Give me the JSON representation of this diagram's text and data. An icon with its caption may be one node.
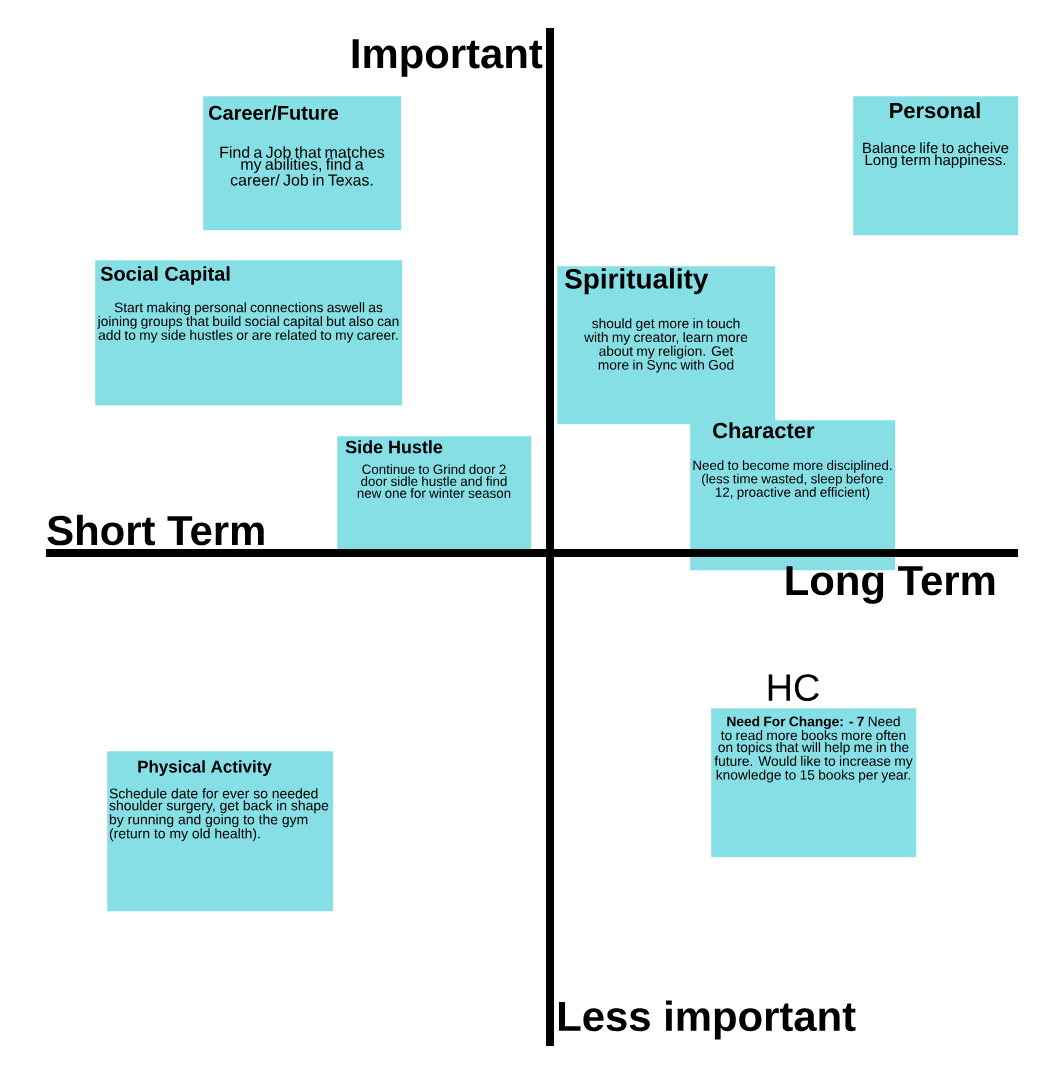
{
  "diagram": {
    "nodes": [
      {
        "text": [
          "Career/Future",
          "Find a Job that matches my abilities, find a career/ Job in Texas."
        ]
      },
      {
        "text": [
          "Personal",
          "Balance life to acheive Long term happiness."
        ]
      },
      {
        "text": [
          "Social Capital",
          "Start making personal connections aswell as joining groups that build social capital but also can add to my side hustles or are related to my career."
        ]
      },
      {
        "text": [
          "Spirituality",
          "should get more in touch with my creator, learn more about my religion. Get more in Sync with God"
        ]
      },
      {
        "text": [
          "Side Hustle",
          "Continue to Grind door 2 door sidle hustle and find new one for winter season"
        ]
      },
      {
        "text": [
          "Character",
          "Need to become more disciplined. (less time wasted, sleep before 12, proactive and efficient)"
        ]
      },
      {
        "text": [
          "Physical Activity",
          "Schedule date for ever so needed shoulder surgery, get back in shape by running and going to the gym (return to my old health)."
        ]
      },
      {
        "text": [
          "HC",
          "**Need For Change: - 7** Need to read more books more often on topics that will help me in the future. Would like to increase my knowledge to 15 books per year."
        ]
      }
    ],
    "labels": [
      "Important",
      "Short Term",
      "Long Term",
      "Less important"
    ]
  }
}
